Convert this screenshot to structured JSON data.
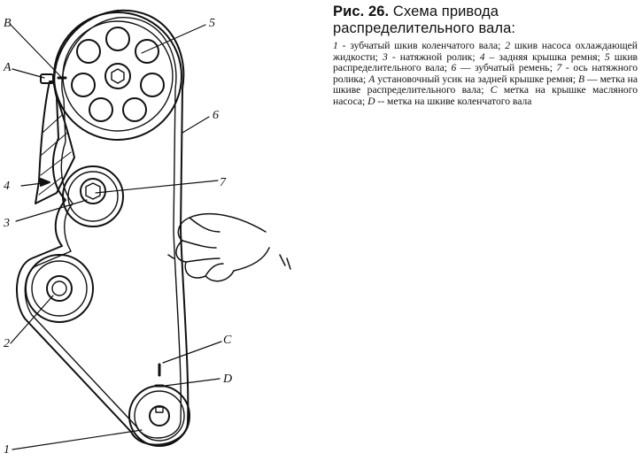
{
  "caption": {
    "fig_label": "Рис. 26.",
    "title": "Схема привода распределительного вала:",
    "legend": [
      {
        "key": "1",
        "sep": " - ",
        "text": "зубчатый шкив коленчатого вала; "
      },
      {
        "key": "2",
        "sep": " ",
        "text": "шкив насоса охлаждающей жидкости; "
      },
      {
        "key": "3",
        "sep": " - ",
        "text": "натяжной ролик; "
      },
      {
        "key": "4",
        "sep": " – ",
        "text": "задняя крышка ремня; "
      },
      {
        "key": "5",
        "sep": " ",
        "text": "шкив распределительного вала; "
      },
      {
        "key": "6",
        "sep": " — ",
        "text": "зубчатый ремень; "
      },
      {
        "key": "7",
        "sep": " - ",
        "text": "ось натяжного ролика; "
      },
      {
        "key": "A",
        "sep": " ",
        "text": "установочный усик на задней крышке ремня; "
      },
      {
        "key": "B",
        "sep": " — ",
        "text": "метка на шкиве распределительного вала; "
      },
      {
        "key": "C",
        "sep": " ",
        "text": "метка на крышке масляного насоса; "
      },
      {
        "key": "D",
        "sep": " -- ",
        "text": "метка на шкиве коленчатого вала"
      }
    ]
  },
  "labels": {
    "n1": "1",
    "n2": "2",
    "n3": "3",
    "n4": "4",
    "n5": "5",
    "n6": "6",
    "n7": "7",
    "A": "A",
    "B": "B",
    "C": "C",
    "D": "D"
  },
  "colors": {
    "ink": "#111111",
    "paper": "#ffffff"
  }
}
